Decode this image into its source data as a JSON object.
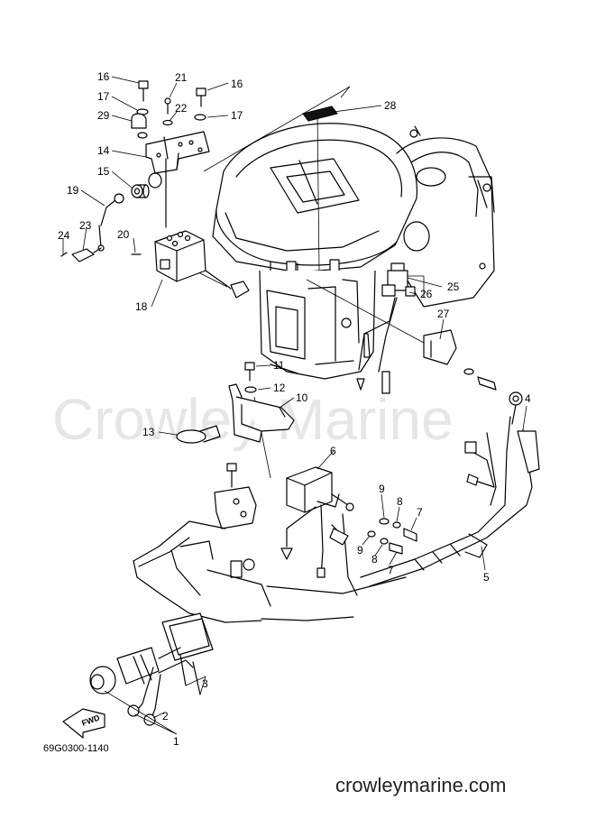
{
  "watermark": "Crowley Marine",
  "diagram_code": "69G0300-1140",
  "site": "crowleymarine.com",
  "fwd_label": "FWD",
  "callouts": [
    "16",
    "21",
    "16",
    "17",
    "22",
    "17",
    "29",
    "14",
    "15",
    "19",
    "23",
    "24",
    "20",
    "18",
    "28",
    "25",
    "26",
    "27",
    "11",
    "12",
    "10",
    "13",
    "6",
    "9",
    "8",
    "7",
    "9",
    "8",
    "7",
    "4",
    "5",
    "3",
    "2",
    "1"
  ]
}
